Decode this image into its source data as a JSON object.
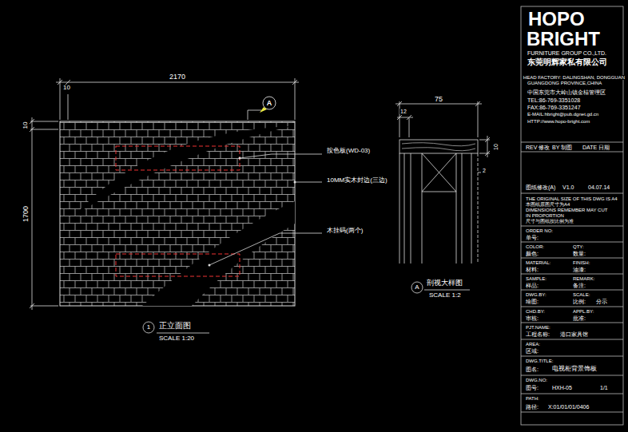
{
  "diagram": {
    "labels": [
      "2170",
      "10",
      "10",
      "1700",
      "A",
      "按色板(WD-03)",
      "10MM实木封边(三边)",
      "木挂码(两个)",
      "1",
      "正立面图",
      "SCALE 1:20",
      "75",
      "12",
      "10",
      "2",
      "A",
      "剖视大样图",
      "SCALE 1:2",
      "HOPO",
      "BRIGHT",
      "FURNITURE GROUP CO.,LTD.",
      "东莞明辉家私有限公司",
      "HEAD FACTORY: DALINGSHAN, DONGGUAN",
      "GUANGDONG PROVINCE,CHINA",
      "中国东莞市大岭山镇金桔管理区",
      "TEL:86-769-3351028",
      "FAX:86-769-3351247",
      "E-MAIL:hbright@pub.dgnet.gd.cn",
      "HTTP://www.hopo-bright.com",
      "REV 修改",
      "BY 制图",
      "DATE 日期",
      "图纸修改(A)",
      "V1.0",
      "04.07.14",
      "THE ORIGINAL SIZE OF THIS DWG IS A4",
      "本图纸原图尺寸为A4",
      "DIMENSIONS REMEMBER MAY CUT",
      "IN PROPORTION",
      "尺寸与图纸按比例为准",
      "ORDER NO:",
      "单号:",
      "COLOR:",
      "QTY:",
      "颜色:",
      "数量:",
      "MATERIAL:",
      "FINISH:",
      "材料:",
      "油漆:",
      "SAMPLE:",
      "REMARK:",
      "样品:",
      "备注:",
      "DWG.BY:",
      "SCALE:",
      "绘图:",
      "比例:",
      "分示",
      "CHD.BY:",
      "APPL.BY:",
      "审核:",
      "批准:",
      "PJT.NAME:",
      "工程名称:",
      "港口家具馆",
      "AREA:",
      "区域:",
      "DWG.TITLE:",
      "图名:",
      "电视柜背景饰板",
      "DWG.NO:",
      "图号:",
      "HXH-05",
      "1/1",
      "PATH:",
      "路径:",
      "X:01/01/01/0406"
    ]
  }
}
